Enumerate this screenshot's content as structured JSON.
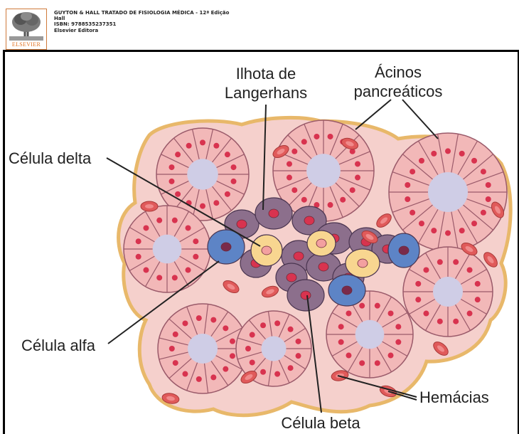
{
  "header": {
    "logo_text": "ELSEVIER",
    "book_title": "GUYTON & HALL TRATADO DE FISIOLOGIA MÉDICA - 12ª Edição",
    "author": "Hall",
    "isbn": "ISBN: 9788535237351",
    "publisher": "Elsevier Editora"
  },
  "diagram": {
    "labels": {
      "ilhota_line1": "Ilhota de",
      "ilhota_line2": "Langerhans",
      "acinos_line1": "Ácinos",
      "acinos_line2": "pancreáticos",
      "celula_delta": "Célula delta",
      "celula_alfa": "Célula alfa",
      "celula_beta": "Célula beta",
      "hemacias": "Hemácias"
    },
    "colors": {
      "acinar_cell": "#f2b8b8",
      "acinar_outline": "#9a5a6a",
      "acinus_lumen": "#cfcde6",
      "nucleus_red": "#d8334f",
      "connective_tissue": "#f5d0cc",
      "tissue_border": "#e8b86a",
      "beta_cell": "#8c6f8c",
      "alpha_cell": "#5d84c6",
      "delta_cell": "#f8d690",
      "red_blood_cell": "#e05a5a"
    }
  }
}
